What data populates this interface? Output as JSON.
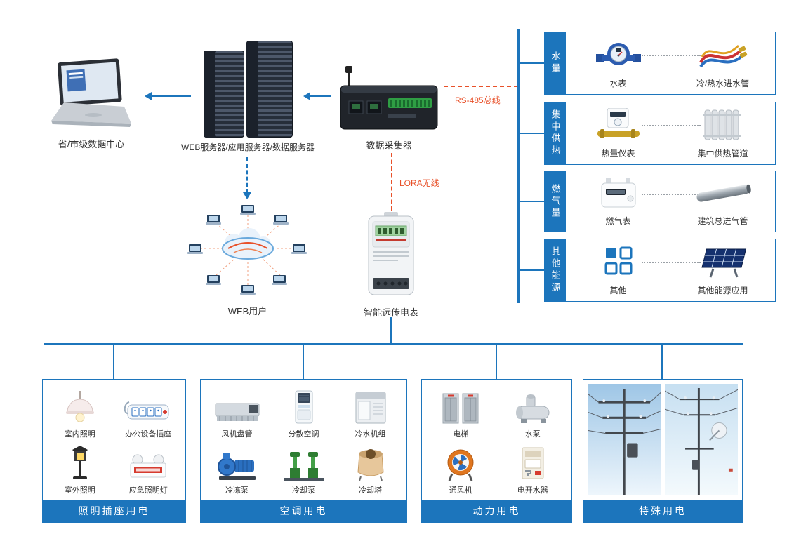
{
  "colors": {
    "accent_blue": "#1c75bc",
    "accent_orange": "#e8512a"
  },
  "top": {
    "datacenter": "省/市级数据中心",
    "servers": "WEB服务器/应用服务器/数据服务器",
    "collector": "数据采集器",
    "rs485": "RS-485总线",
    "lora": "LORA无线",
    "webusers": "WEB用户",
    "smart_meter": "智能远传电表"
  },
  "right_panel": {
    "sections": [
      {
        "tab": "水量",
        "item1": "水表",
        "item2": "冷/热水进水管"
      },
      {
        "tab": "集中供热",
        "item1": "热量仪表",
        "item2": "集中供热管道"
      },
      {
        "tab": "燃气量",
        "item1": "燃气表",
        "item2": "建筑总进气管"
      },
      {
        "tab": "其他能源",
        "item1": "其他",
        "item2": "其他能源应用"
      }
    ]
  },
  "bottom_groups": [
    {
      "title": "照明插座用电",
      "items": [
        "室内照明",
        "办公设备插座",
        "室外照明",
        "应急照明灯"
      ]
    },
    {
      "title": "空调用电",
      "items": [
        "风机盘管",
        "分散空调",
        "冷水机组",
        "冷冻泵",
        "冷却泵",
        "冷却塔"
      ]
    },
    {
      "title": "动力用电",
      "items": [
        "电梯",
        "水泵",
        "通风机",
        "电开水器"
      ]
    },
    {
      "title": "特殊用电",
      "items": []
    }
  ]
}
